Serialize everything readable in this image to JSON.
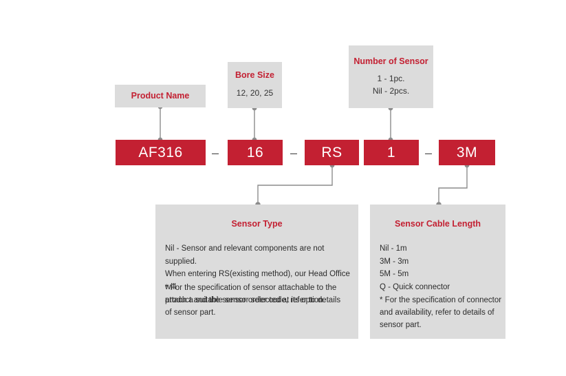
{
  "theme": {
    "accent_red": "#C32032",
    "panel_gray": "#DCDCDC",
    "connector_gray": "#8C8C8C",
    "body_text": "#2B2B2B"
  },
  "order_code": {
    "segments": [
      {
        "id": "product-name",
        "value": "AF316"
      },
      {
        "id": "bore-size",
        "value": "16"
      },
      {
        "id": "sensor-type",
        "value": "RS"
      },
      {
        "id": "number-of-sensor",
        "value": "1"
      },
      {
        "id": "cable-length",
        "value": "3M"
      }
    ],
    "separators": [
      "–",
      "–",
      "–"
    ]
  },
  "callouts": {
    "product_name": {
      "title": "Product Name",
      "subtitle": ""
    },
    "bore_size": {
      "title": "Bore Size",
      "subtitle": "12, 20, 25"
    },
    "number_of_sensor": {
      "title": "Number of Sensor",
      "subtitle": "1 - 1pc.\nNil - 2pcs."
    }
  },
  "details": {
    "sensor_type": {
      "title": "Sensor Type",
      "body": "Nil - Sensor and relevant components are not supplied.\nWhen entering RS(existing method), our Head Office will\nattach a suitable sensor selected at its option.",
      "note": "* For the specification of sensor attachable to the\n   product and the sensor order code, refer to details\n   of sensor part."
    },
    "sensor_cable_length": {
      "title": "Sensor Cable Length",
      "list": "Nil - 1m\n3M - 3m\n5M - 5m\nQ - Quick connector",
      "note": "* For the specification of connector\n   and availability, refer to details of\n   sensor part."
    }
  }
}
